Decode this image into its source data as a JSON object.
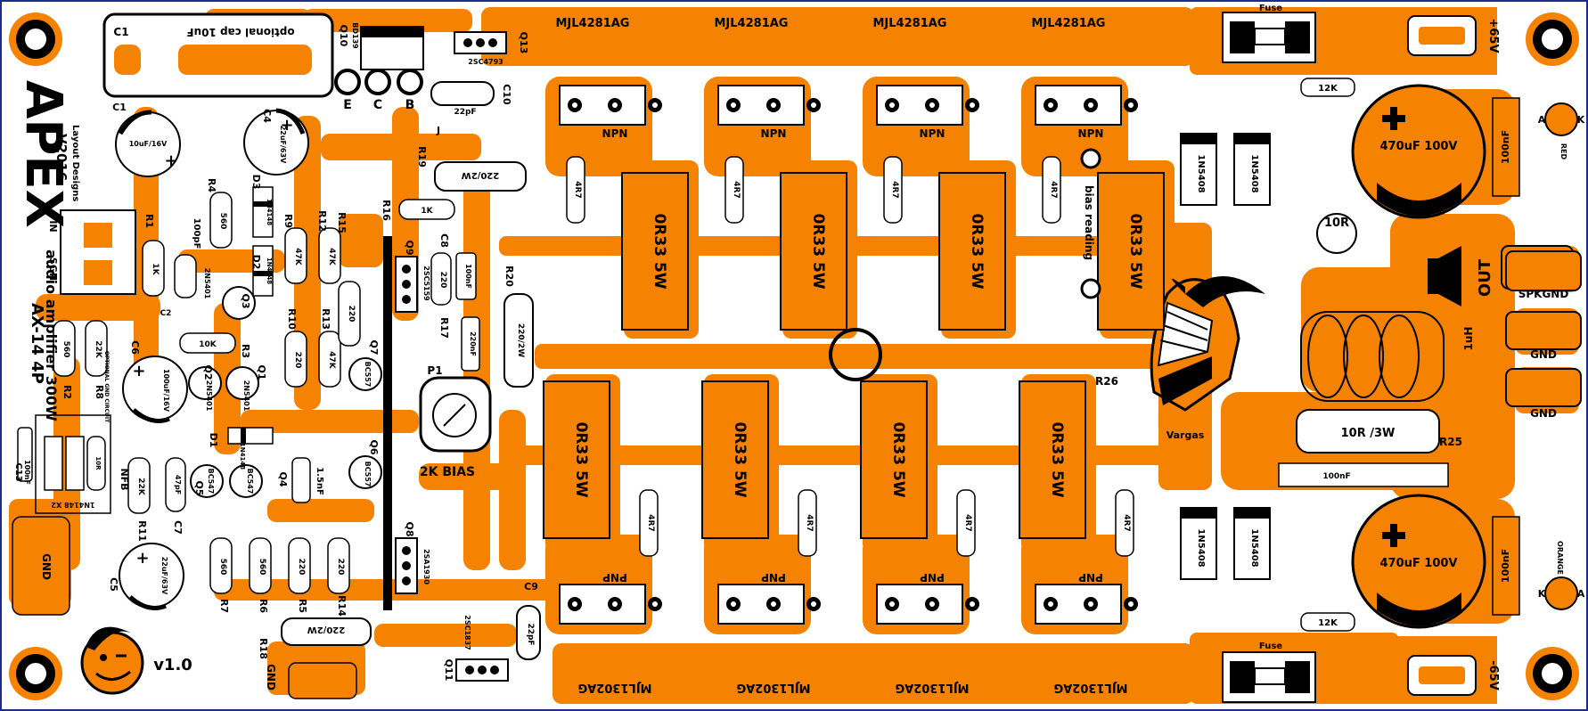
{
  "colors": {
    "copper": "#F58200",
    "board": "#FFFFFF",
    "silk": "#000000",
    "pad": "#FFFFFF"
  },
  "board": {
    "title": "APEX",
    "subtitle": "audio amplifier 300W",
    "model": "AX-14 4P",
    "version": "V2016",
    "designer": "Layout Designs",
    "revision": "v1.0",
    "artist": "Vargas",
    "mascot_icon": "vault-boy-icon",
    "helmet_icon": "knight-helmet-icon"
  },
  "labels": {
    "opt_cap": "optional cap 10uF",
    "c1_ref": "C1",
    "c1_val": "10uF/16V",
    "c4_ref": "C4",
    "c4_val": "22uF/63V",
    "c5_ref": "C5",
    "c5_val": "22uF/63V",
    "c6_ref": "C6",
    "c6_val": "100uF/16V",
    "c2_ref": "C2",
    "c2_val": "100pF",
    "c7_ref": "C7",
    "c7_val": "47pF",
    "c8_ref": "C8",
    "c8_val": "100nF",
    "c8b_val": "220nF",
    "c9_ref": "C9",
    "c9_val": "22pF",
    "c10_ref": "C10",
    "c10_val": "22pF",
    "c13_ref": "C13",
    "c13_val": "100nF",
    "c_snub": "1.5nF",
    "q10_ref": "Q10",
    "q10_part": "BD139",
    "q13_ref": "Q13",
    "q13_part": "2SC4793",
    "q11_ref": "Q11",
    "q11_part": "2SC1837",
    "q9_ref": "Q9",
    "q9_part": "2SC5159",
    "q8_ref": "Q8",
    "q8_part": "2SA1930",
    "q1_ref": "Q1",
    "q2_ref": "Q2",
    "q3_ref": "Q3",
    "q4_ref": "Q4",
    "q5_ref": "Q5",
    "q6_ref": "Q6",
    "q7_ref": "Q7",
    "part_2n5401": "2N5401",
    "part_2n5401b": "2N5401",
    "part_2n5401c": "2N5401",
    "part_2n5401d": "2N5401",
    "part_bc547": "BC547",
    "part_bc547b": "BC547",
    "part_bc557": "BC557",
    "part_bc557b": "BC557",
    "d1_ref": "D1",
    "d2_ref": "D2",
    "d3_ref": "D3",
    "d_part": "1N4148",
    "r1": "R1",
    "r2": "R2",
    "r3": "R3",
    "r4": "R4",
    "r5": "R5",
    "r6": "R6",
    "r7": "R7",
    "r8": "R8",
    "r9": "R9",
    "r10": "R10",
    "r11": "R11",
    "r12": "R12",
    "r13": "R13",
    "r14": "R14",
    "r15": "R15",
    "r16": "R16",
    "r17": "R17",
    "r18": "R18",
    "r19": "R19",
    "r20": "R20",
    "r25": "R25",
    "r26": "R26",
    "v_1k": "1K",
    "v_1kb": "1K",
    "v_560": "560",
    "v_560b": "560",
    "v_560c": "560",
    "v_560d": "560",
    "v_22k": "22K",
    "v_22kb": "22K",
    "v_47k": "47K",
    "v_47kb": "47K",
    "v_47kc": "47K",
    "v_220": "220",
    "v_220b": "220",
    "v_220c": "220",
    "v_220d": "220",
    "v_10k": "10K",
    "v_10r": "10R",
    "v_220_2w": "220/2W",
    "v_220_2wb": "220/2W",
    "v_220_2wc": "220/2W",
    "v_10r3w": "10R /3W",
    "v_10r_res": "10R",
    "v_12k": "12K",
    "v_12kb": "12K",
    "nfb": "NFB",
    "p1_ref": "P1",
    "p1_val": "2K BIAS",
    "bias_reading": "bias reading",
    "gnd_main": "GND",
    "gnd_bottom": "GND",
    "gnd_out1": "GND",
    "gnd_out2": "GND",
    "spkgnd": "SPKGND",
    "out": "OUT",
    "coil": "1uH",
    "in_lbl": "IN",
    "sgn_lbl": "SGN",
    "opt_gnd_circuit": "OPTIONAL GND CIRCUIT",
    "opt_gnd_diodes": "1N4148 X2",
    "opt_10r": "10R",
    "npn_part": "MJL4281AG",
    "pnp_part": "MJL1302AG",
    "npn": "NPN",
    "pnp": "PNP",
    "emitter_res": "0R33 5W",
    "base_res": "4R7",
    "pin_b": "B",
    "pin_c": "C",
    "pin_e": "E",
    "fuse": "Fuse",
    "rail_pos": "+65V",
    "rail_neg": "-65V",
    "rect_diode": "1N5408",
    "psu_cap": "470uF 100V",
    "psu_film": "100nF",
    "zobel_cap": "100nF",
    "led_red": "RED",
    "led_orange": "ORANGE",
    "led_a": "A",
    "led_k": "K",
    "j_lbl": "J"
  }
}
